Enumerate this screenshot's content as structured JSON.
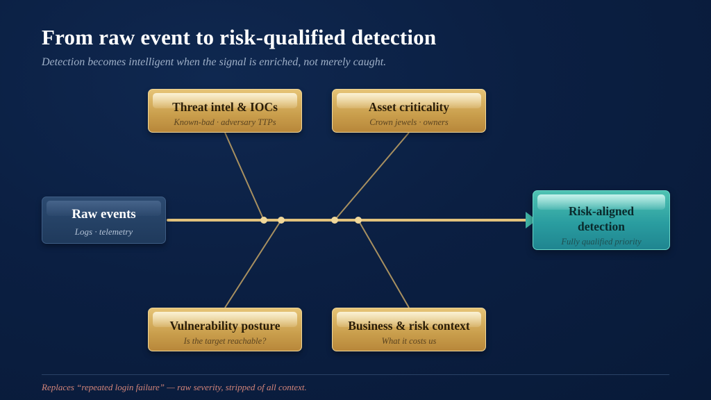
{
  "title": "From raw event to risk-qualified detection",
  "subtitle": "Detection becomes intelligent when the signal is enriched, not merely caught.",
  "source": {
    "title": "Raw events",
    "subtitle": "Logs · telemetry"
  },
  "factors": [
    {
      "title": "Threat intel & IOCs",
      "subtitle": "Known-bad · adversary TTPs"
    },
    {
      "title": "Asset criticality",
      "subtitle": "Crown jewels · owners"
    },
    {
      "title": "Vulnerability posture",
      "subtitle": "Is the target reachable?"
    },
    {
      "title": "Business & risk context",
      "subtitle": "What it costs us"
    }
  ],
  "outcome": {
    "title": "Risk-aligned detection",
    "subtitle": "Fully qualified priority"
  },
  "footnote": "Replaces “repeated login failure” — raw severity, stripped of all context.",
  "colors": {
    "background": "#0b1f42",
    "spine": "#e2c27c",
    "branch": "#a89060",
    "factor_box": "#d3aa5b",
    "source_box": "#24405f",
    "outcome_box": "#2fa8a6",
    "footnote": "#d4857a"
  }
}
